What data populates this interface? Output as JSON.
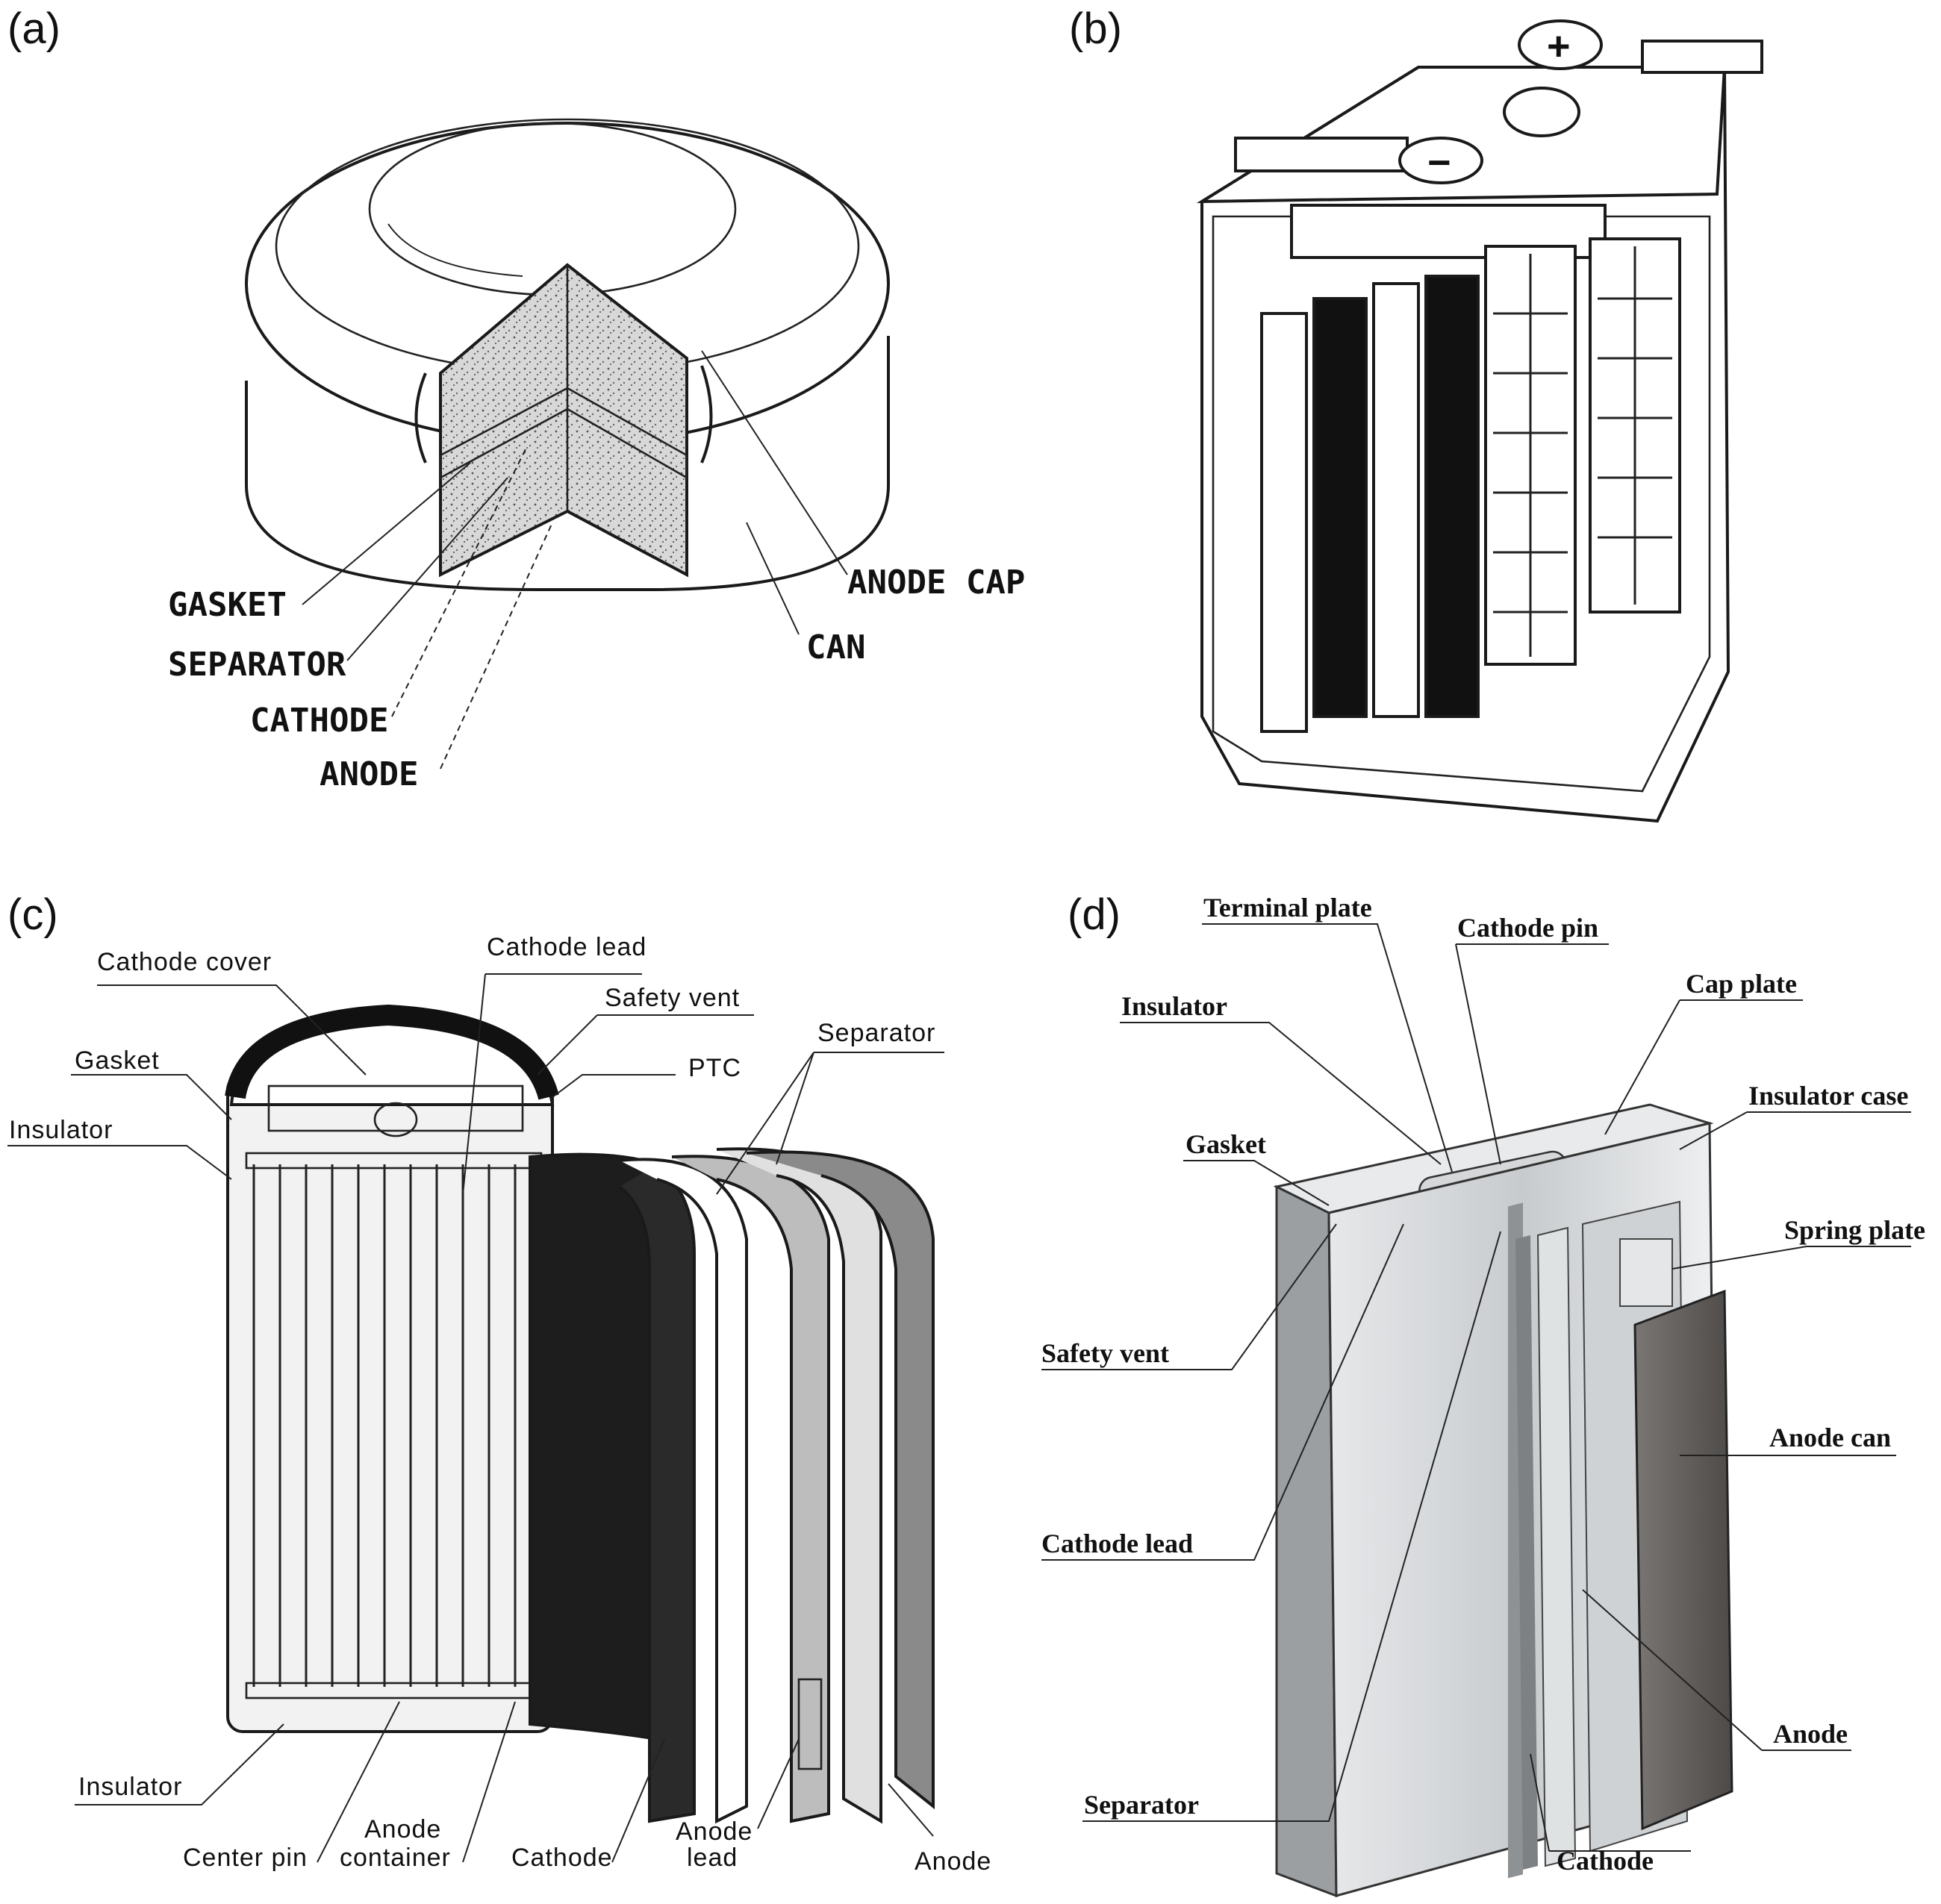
{
  "panels": [
    {
      "id": "a",
      "label": "(a)",
      "callouts": [
        "GASKET",
        "SEPARATOR",
        "CATHODE",
        "ANODE",
        "ANODE CAP",
        "CAN"
      ]
    },
    {
      "id": "b",
      "label": "(b)",
      "terminals": [
        "+",
        "−"
      ]
    },
    {
      "id": "c",
      "label": "(c)",
      "callouts": [
        "Cathode cover",
        "Cathode lead",
        "Safety vent",
        "Gasket",
        "PTC",
        "Separator",
        "Insulator",
        "Insulator",
        "Center pin",
        "Anode",
        "container",
        "Cathode",
        "Anode",
        "lead",
        "Anode"
      ]
    },
    {
      "id": "d",
      "label": "(d)",
      "callouts": [
        "Terminal plate",
        "Cathode pin",
        "Insulator",
        "Cap plate",
        "Insulator case",
        "Gasket",
        "Spring plate",
        "Safety vent",
        "Anode can",
        "Cathode lead",
        "Anode",
        "Separator",
        "Cathode"
      ]
    }
  ],
  "colors": {
    "ink": "#1a1a1a",
    "sand": "#ece6c8",
    "cell_gray": "#b9bcbe",
    "anode_can": "#5e5a58"
  }
}
